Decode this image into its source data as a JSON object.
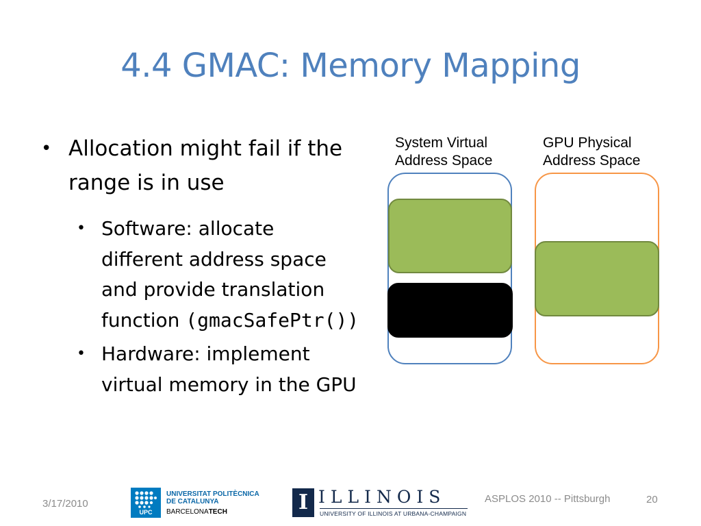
{
  "slide": {
    "title": "4.4 GMAC: Memory Mapping",
    "bullets": {
      "main": {
        "marker": "•",
        "text": "Allocation might fail if the range is in use"
      },
      "software": {
        "marker": "•",
        "text": "Software: allocate different address space and provide translation function",
        "code": "(gmacSafePtr())"
      },
      "hardware": {
        "marker": "•",
        "text": "Hardware: implement virtual memory in the GPU"
      }
    }
  },
  "diagram": {
    "system_label": "System Virtual\nAddress Space",
    "gpu_label": "GPU Physical\nAddress Space",
    "colors": {
      "system_border": "#4f81bd",
      "gpu_border": "#f79646",
      "allocation_fill": "#9bbb59",
      "conflict_fill": "#000000"
    }
  },
  "footer": {
    "date": "3/17/2010",
    "conference": "ASPLOS 2010 -- Pittsburgh",
    "page_number": "20",
    "logos": {
      "upc": {
        "mark": "UPC",
        "line1": "UNIVERSITAT POLITÈCNICA",
        "line2": "DE CATALUNYA",
        "line3_regular": "BARCELONA",
        "line3_bold": "TECH"
      },
      "illinois": {
        "mark": "I",
        "wordmark": "ILLINOIS",
        "subtitle": "UNIVERSITY OF ILLINOIS AT URBANA-CHAMPAIGN"
      }
    }
  }
}
